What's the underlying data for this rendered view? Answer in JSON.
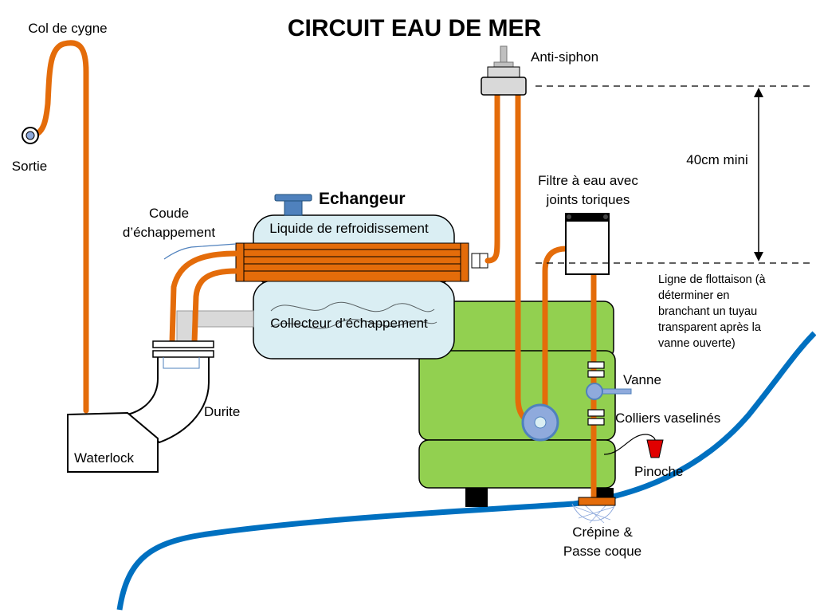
{
  "title": "CIRCUIT EAU DE MER",
  "labels": {
    "col_de_cygne": "Col de cygne",
    "sortie": "Sortie",
    "anti_siphon": "Anti-siphon",
    "echangeur": "Echangeur",
    "coude_line1": "Coude",
    "coude_line2": "d’échappement",
    "liquide": "Liquide de refroidissement",
    "collecteur": "Collecteur d’échappement",
    "durite": "Durite",
    "waterlock": "Waterlock",
    "filtre_line1": "Filtre à eau avec",
    "filtre_line2": "joints toriques",
    "hauteur": "40cm mini",
    "flottaison_lines": [
      "Ligne de flottaison (à",
      "déterminer en",
      "branchant un tuyau",
      "transparent après la",
      "vanne ouverte)"
    ],
    "vanne": "Vanne",
    "colliers": "Colliers vaselinés",
    "pinoche": "Pinoche",
    "crepine_line1": "Crépine &",
    "crepine_line2": "Passe coque"
  },
  "colors": {
    "pipe": "#E46C0A",
    "engine": "#92D050",
    "hull": "#0070C0",
    "exchanger": "#DAEEF3",
    "cap": "#4F81BD",
    "pinoche": "#E00000"
  }
}
